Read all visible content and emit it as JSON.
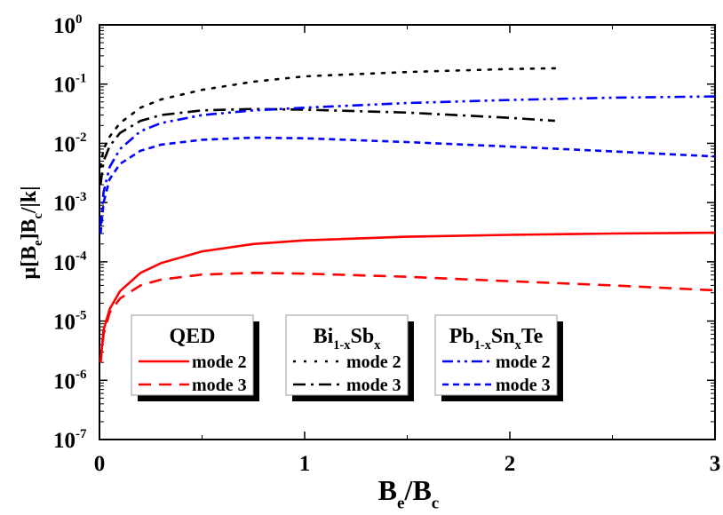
{
  "chart_data": {
    "type": "line",
    "xlabel": {
      "main": "B",
      "sub1": "e",
      "mid": "/B",
      "sub2": "c"
    },
    "ylabel": "μ[B_e]B_c/|k|",
    "ylabel_parts": [
      "μ[B",
      "e",
      "]B",
      "c",
      "/|k|"
    ],
    "x_scale": "linear",
    "y_scale": "log",
    "xlim": [
      0,
      3
    ],
    "ylim": [
      1e-07,
      1
    ],
    "x_ticks": [
      "0",
      "1",
      "2",
      "3"
    ],
    "y_ticks": [
      {
        "base": "10",
        "exp": "0"
      },
      {
        "base": "10",
        "exp": "-1"
      },
      {
        "base": "10",
        "exp": "-2"
      },
      {
        "base": "10",
        "exp": "-3"
      },
      {
        "base": "10",
        "exp": "-4"
      },
      {
        "base": "10",
        "exp": "-5"
      },
      {
        "base": "10",
        "exp": "-6"
      },
      {
        "base": "10",
        "exp": "-7"
      }
    ],
    "grid": false,
    "legends": [
      {
        "title": "QED",
        "title_parts": [
          "QED"
        ],
        "entries": [
          "mode 2",
          "mode 3"
        ]
      },
      {
        "title": "Bi1-xSbx",
        "title_parts": [
          "Bi",
          "1-x",
          "Sb",
          "x"
        ],
        "entries": [
          "mode 2",
          "mode 3"
        ]
      },
      {
        "title": "Pb1-xSnxTe",
        "title_parts": [
          "Pb",
          "1-x",
          "Sn",
          "x",
          "Te"
        ],
        "entries": [
          "mode 2",
          "mode 3"
        ]
      }
    ],
    "legend_placement": "bottom-center",
    "series": [
      {
        "group": "QED",
        "name": "mode 2",
        "color": "#ff0000",
        "dash": "solid",
        "x": [
          0.005,
          0.02,
          0.05,
          0.1,
          0.2,
          0.3,
          0.5,
          0.75,
          1,
          1.5,
          2,
          2.5,
          3
        ],
        "y": [
          2e-06,
          7e-06,
          1.6e-05,
          3.2e-05,
          6.5e-05,
          9.5e-05,
          0.00015,
          0.0002,
          0.00023,
          0.000265,
          0.000285,
          0.0003,
          0.00031
        ]
      },
      {
        "group": "QED",
        "name": "mode 3",
        "color": "#ff0000",
        "dash": "dashed",
        "x": [
          0.005,
          0.02,
          0.05,
          0.1,
          0.2,
          0.3,
          0.5,
          0.75,
          1,
          1.5,
          2,
          2.5,
          3
        ],
        "y": [
          2e-06,
          6e-06,
          1.4e-05,
          2.4e-05,
          4e-05,
          5e-05,
          6.1e-05,
          6.5e-05,
          6.3e-05,
          5.6e-05,
          4.7e-05,
          4e-05,
          3.3e-05
        ]
      },
      {
        "group": "Bi1-xSbx",
        "name": "mode 2",
        "color": "#000000",
        "dash": "dotted",
        "x": [
          0.005,
          0.02,
          0.05,
          0.1,
          0.2,
          0.3,
          0.5,
          0.75,
          1,
          1.5,
          2,
          2.22
        ],
        "y": [
          0.004,
          0.008,
          0.013,
          0.022,
          0.04,
          0.055,
          0.08,
          0.11,
          0.135,
          0.16,
          0.18,
          0.185
        ]
      },
      {
        "group": "Bi1-xSbx",
        "name": "mode 3",
        "color": "#000000",
        "dash": "dashdot",
        "x": [
          0.005,
          0.02,
          0.05,
          0.1,
          0.2,
          0.3,
          0.5,
          0.75,
          1,
          1.5,
          2,
          2.22
        ],
        "y": [
          0.002,
          0.005,
          0.009,
          0.015,
          0.024,
          0.03,
          0.036,
          0.038,
          0.037,
          0.033,
          0.027,
          0.024
        ]
      },
      {
        "group": "Pb1-xSnxTe",
        "name": "mode 2",
        "color": "#0000ff",
        "dash": "dashdotdot",
        "x": [
          0.005,
          0.02,
          0.05,
          0.1,
          0.2,
          0.3,
          0.5,
          0.75,
          1,
          1.5,
          2,
          2.5,
          3
        ],
        "y": [
          0.0004,
          0.0015,
          0.004,
          0.008,
          0.016,
          0.022,
          0.03,
          0.036,
          0.04,
          0.048,
          0.054,
          0.059,
          0.062
        ]
      },
      {
        "group": "Pb1-xSnxTe",
        "name": "mode 3",
        "color": "#0000ff",
        "dash": "shortdash",
        "x": [
          0.005,
          0.02,
          0.05,
          0.1,
          0.2,
          0.3,
          0.5,
          0.75,
          1,
          1.5,
          2,
          2.5,
          3
        ],
        "y": [
          0.0003,
          0.001,
          0.0025,
          0.0045,
          0.0075,
          0.0095,
          0.0115,
          0.0125,
          0.0122,
          0.0105,
          0.0088,
          0.0073,
          0.006
        ]
      }
    ]
  }
}
